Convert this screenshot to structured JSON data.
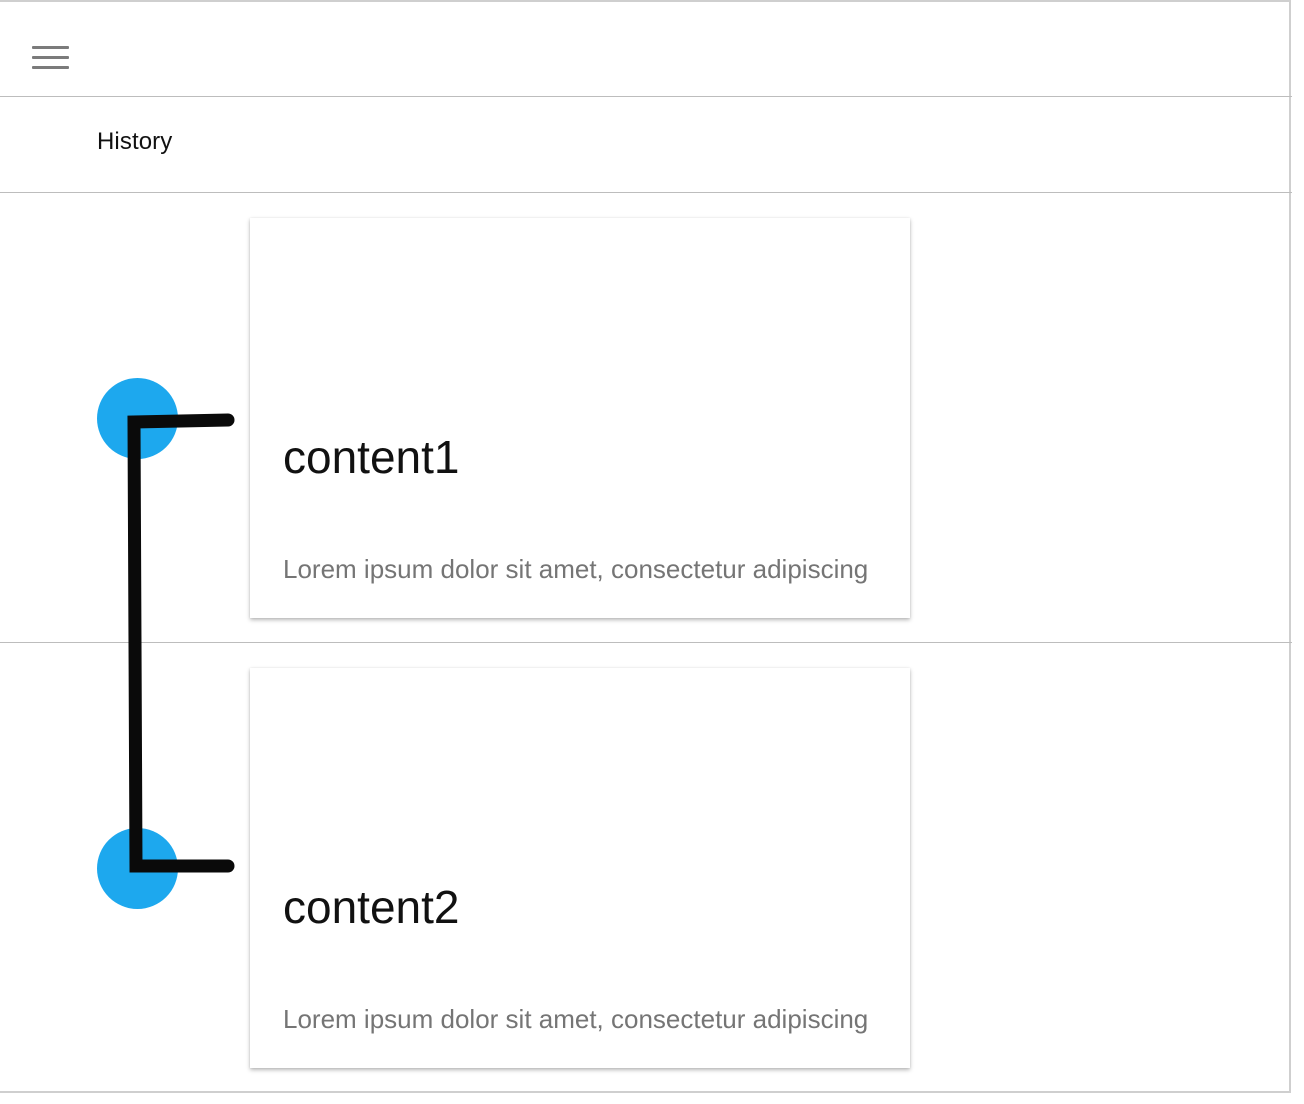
{
  "header": {
    "menu_icon": "hamburger-menu-icon"
  },
  "page": {
    "title": "History"
  },
  "timeline": {
    "accent_color": "#1da8ee",
    "items": [
      {
        "title": "content1",
        "text": "Lorem ipsum dolor sit amet, consectetur adipiscing"
      },
      {
        "title": "content2",
        "text": "Lorem ipsum dolor sit amet, consectetur adipiscing"
      }
    ]
  }
}
